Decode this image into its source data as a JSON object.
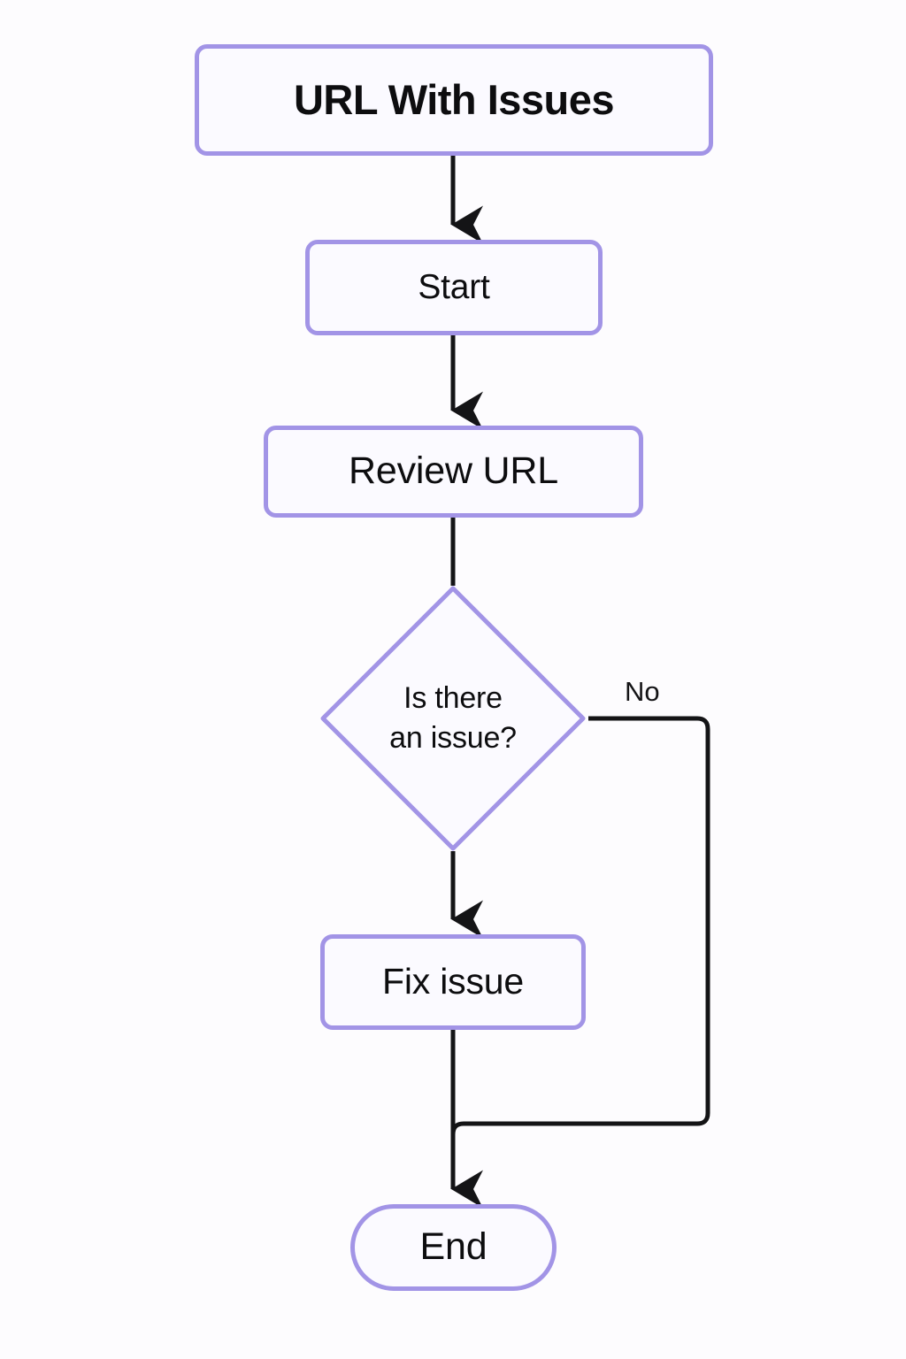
{
  "diagram": {
    "type": "flowchart",
    "orientation": "top-to-bottom",
    "title": "URL With Issues",
    "colors": {
      "node_border": "#a294e6",
      "node_fill": "#fbfaff",
      "edge": "#141416",
      "text": "#0d0d0f",
      "background": "#fdfcfe"
    },
    "nodes": [
      {
        "id": "title",
        "label": "URL With Issues",
        "shape": "rounded-rect",
        "emphasis": "bold"
      },
      {
        "id": "start",
        "label": "Start",
        "shape": "rounded-rect"
      },
      {
        "id": "review",
        "label": "Review URL",
        "shape": "rounded-rect"
      },
      {
        "id": "decision",
        "label": "Is there\nan issue?",
        "shape": "diamond"
      },
      {
        "id": "fix",
        "label": "Fix issue",
        "shape": "rounded-rect"
      },
      {
        "id": "end",
        "label": "End",
        "shape": "stadium"
      }
    ],
    "edges": [
      {
        "id": "title-start",
        "from": "title",
        "to": "start",
        "label": "",
        "arrow": true
      },
      {
        "id": "start-review",
        "from": "start",
        "to": "review",
        "label": "",
        "arrow": true
      },
      {
        "id": "review-decision",
        "from": "review",
        "to": "decision",
        "label": "",
        "arrow": false
      },
      {
        "id": "decision-fix",
        "from": "decision",
        "to": "fix",
        "label": "",
        "arrow": true
      },
      {
        "id": "decision-end",
        "from": "decision",
        "to": "end",
        "label": "No",
        "arrow": false
      },
      {
        "id": "fix-end",
        "from": "fix",
        "to": "end",
        "label": "",
        "arrow": true
      }
    ]
  }
}
